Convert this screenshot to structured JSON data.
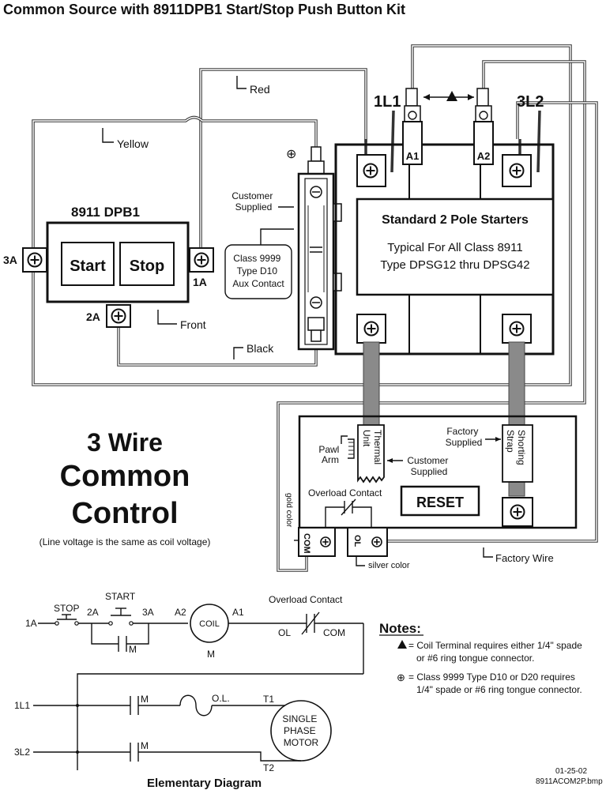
{
  "title": "Common Source with 8911DPB1 Start/Stop Push Button Kit",
  "pushbutton": {
    "name": "8911 DPB1",
    "start": "Start",
    "stop": "Stop",
    "t3a": "3A",
    "t1a": "1A",
    "t2a": "2A",
    "front": "Front"
  },
  "wires": {
    "red": "Red",
    "yellow": "Yellow",
    "black": "Black",
    "factory_wire": "Factory Wire"
  },
  "aux": {
    "customer_supplied": [
      "Customer",
      "Supplied"
    ],
    "class_label": [
      "Class 9999",
      "Type D10",
      "Aux Contact"
    ]
  },
  "starter": {
    "l1": "1L1",
    "l2": "3L2",
    "a1": "A1",
    "a2": "A2",
    "heading": "Standard 2 Pole Starters",
    "line1": "Typical For All Class 8911",
    "line2": "Type DPSG12 thru DPSG42"
  },
  "overload": {
    "thermal": [
      "Thermal",
      "Unit"
    ],
    "pawl": [
      "Pawl",
      "Arm"
    ],
    "customer_supplied": [
      "Customer",
      "Supplied"
    ],
    "factory_supplied": [
      "Factory",
      "Supplied"
    ],
    "shorting": [
      "Shorting",
      "Strap"
    ],
    "contact": "Overload Contact",
    "reset": "RESET",
    "gold": "gold color",
    "com": "COM",
    "ol": "OL",
    "silver": "silver color"
  },
  "heading3": {
    "line1": "3 Wire",
    "line2": "Common",
    "line3": "Control",
    "note": "(Line voltage is the same as coil voltage)"
  },
  "elementary": {
    "stop": "STOP",
    "start": "START",
    "n1a": "1A",
    "n2a": "2A",
    "n3a": "3A",
    "a2": "A2",
    "a1": "A1",
    "coil": "COIL",
    "m_coil": "M",
    "m_aux": "M",
    "overload_contact": "Overload Contact",
    "ol": "OL",
    "com": "COM",
    "l1": "1L1",
    "l2": "3L2",
    "m1": "M",
    "m2": "M",
    "ol_heater": "O.L.",
    "t1": "T1",
    "t2": "T2",
    "motor": [
      "SINGLE",
      "PHASE",
      "MOTOR"
    ],
    "caption": "Elementary Diagram"
  },
  "notes": {
    "heading": "Notes:",
    "note1a": "= Coil Terminal requires either 1/4\" spade",
    "note1b": "or #6 ring tongue connector.",
    "note2a": "= Class 9999 Type D10 or D20 requires",
    "note2b": "1/4\" spade or #6 ring tongue connector."
  },
  "footer": {
    "date": "01-25-02",
    "file": "8911ACOM2P.bmp"
  }
}
